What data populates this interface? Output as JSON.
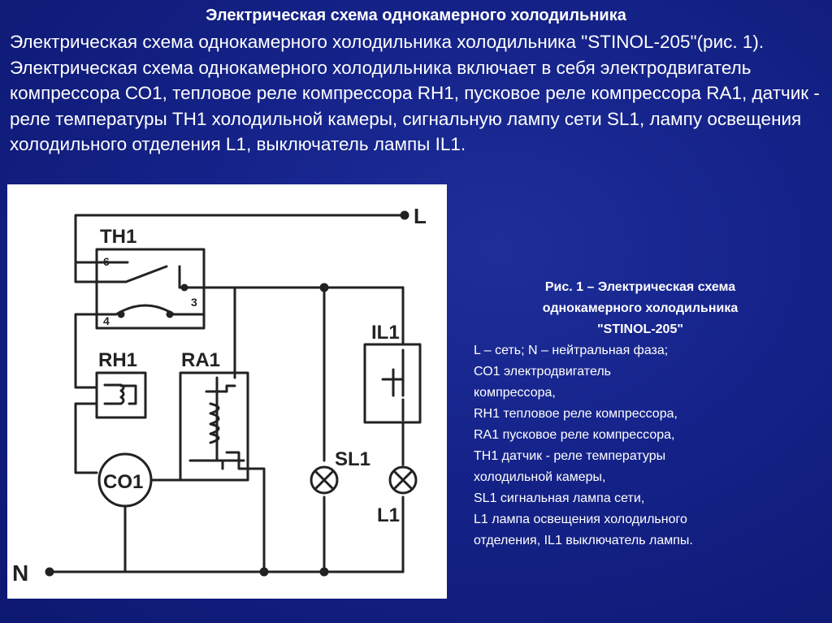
{
  "slide": {
    "title": "Электрическая схема однокамерного холодильника",
    "intro": "Электрическая схема однокамерного холодильника холодильника \"STINOL-205\"(рис. 1). Электрическая схема однокамерного холодильника включает в себя электродвигатель компрессора СО1, тепловое реле компрессора RH1, пусковое реле компрессора RA1, датчик - реле температуры ТН1 холодильной камеры, сигнальную лампу сети SL1, лампу освещения холодильного отделения L1, выключатель лампы IL1."
  },
  "diagram": {
    "labels": {
      "L": "L",
      "N": "N",
      "TH1": "TH1",
      "RH1": "RH1",
      "RA1": "RA1",
      "CO1": "CO1",
      "SL1": "SL1",
      "IL1": "IL1",
      "L1": "L1",
      "pin6": "6",
      "pin4": "4",
      "pin3": "3"
    }
  },
  "caption": {
    "title_lines": [
      "Рис. 1 – Электрическая схема",
      "однокамерного холодильника",
      "\"STINOL-205\""
    ],
    "lines": [
      "L – сеть; N – нейтральная фаза;",
      " СО1  электродвигатель",
      "компрессора,",
      "RH1  тепловое реле компрессора,",
      "RA1  пусковое реле компрессора,",
      "ТН1  датчик - реле температуры",
      "холодильной камеры,",
      "SL1  сигнальная лампа сети,",
      " L1    лампа освещения холодильного",
      "отделения, IL1  выключатель лампы."
    ]
  }
}
